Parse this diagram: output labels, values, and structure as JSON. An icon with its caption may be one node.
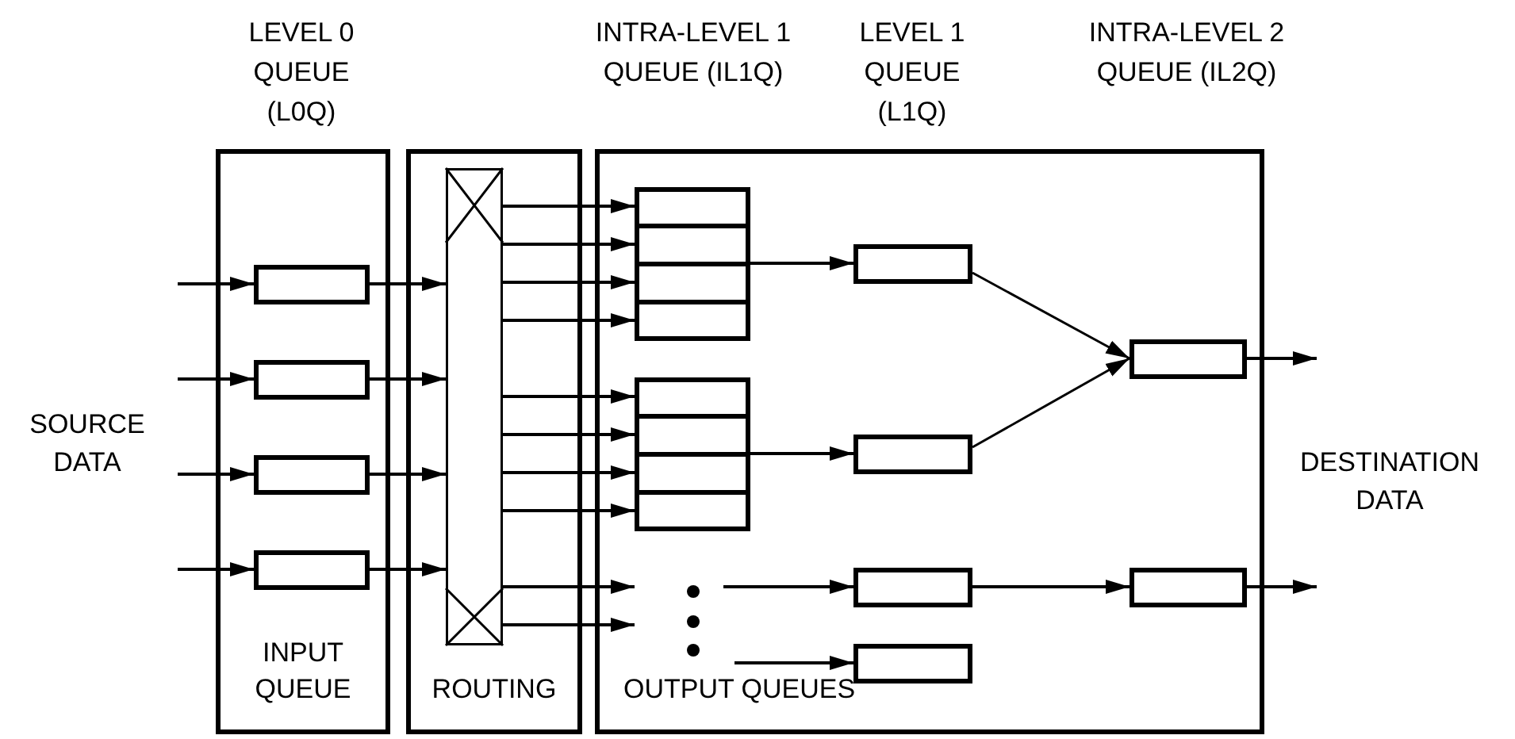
{
  "diagram": {
    "nodes": [
      {
        "text": [
          "INPUT QUEUE"
        ]
      },
      {
        "text": [],
        "shape": "box",
        "in": 0
      },
      {
        "text": [],
        "shape": "box",
        "in": 0
      },
      {
        "text": [],
        "shape": "box",
        "in": 0
      },
      {
        "text": [],
        "shape": "box",
        "in": 0
      },
      {
        "text": [
          "ROUTING"
        ]
      },
      {
        "text": [],
        "shape": "box",
        "in": 5
      },
      {
        "text": [
          "OUTPUT QUEUES"
        ]
      },
      {
        "text": [],
        "shape": "box",
        "in": 7
      },
      {
        "text": [],
        "shape": "box",
        "in": 8
      },
      {
        "text": [],
        "shape": "box",
        "in": 8
      },
      {
        "text": [],
        "shape": "box",
        "in": 8
      },
      {
        "text": [],
        "shape": "box",
        "in": 8
      },
      {
        "text": [],
        "shape": "box",
        "in": 7
      },
      {
        "text": [],
        "shape": "box",
        "in": 13
      },
      {
        "text": [],
        "shape": "box",
        "in": 13
      },
      {
        "text": [],
        "shape": "box",
        "in": 13
      },
      {
        "text": [],
        "shape": "box",
        "in": 13
      },
      {
        "text": [],
        "shape": "box",
        "in": 7
      },
      {
        "text": [],
        "shape": "box",
        "in": 7
      },
      {
        "text": [],
        "shape": "box",
        "in": 7
      },
      {
        "text": [],
        "shape": "box",
        "in": 7
      },
      {
        "text": [],
        "shape": "box",
        "in": 7
      },
      {
        "text": [],
        "shape": "box",
        "in": 7
      }
    ],
    "edges": [
      {
        "from": null,
        "to": 1,
        "arrow": "to"
      },
      {
        "from": null,
        "to": 2,
        "arrow": "to"
      },
      {
        "from": null,
        "to": 3,
        "arrow": "to"
      },
      {
        "from": null,
        "to": 4,
        "arrow": "to"
      },
      {
        "from": 1,
        "to": 6,
        "arrow": "to"
      },
      {
        "from": 2,
        "to": 6,
        "arrow": "to"
      },
      {
        "from": 3,
        "to": 6,
        "arrow": "to"
      },
      {
        "from": 4,
        "to": 6,
        "arrow": "to"
      },
      {
        "from": 6,
        "to": 9,
        "arrow": "to"
      },
      {
        "from": 6,
        "to": 10,
        "arrow": "to"
      },
      {
        "from": 6,
        "to": 11,
        "arrow": "to"
      },
      {
        "from": 6,
        "to": 12,
        "arrow": "to"
      },
      {
        "from": 6,
        "to": 14,
        "arrow": "to"
      },
      {
        "from": 6,
        "to": 15,
        "arrow": "to"
      },
      {
        "from": 6,
        "to": 16,
        "arrow": "to"
      },
      {
        "from": 6,
        "to": 17,
        "arrow": "to"
      },
      {
        "from": 6,
        "to": 7,
        "arrow": "to"
      },
      {
        "from": 6,
        "to": 7,
        "arrow": "to"
      },
      {
        "from": 8,
        "to": 18,
        "arrow": "to"
      },
      {
        "from": 13,
        "to": 19,
        "arrow": "to"
      },
      {
        "from": null,
        "to": 20,
        "arrow": "to"
      },
      {
        "from": null,
        "to": 21,
        "arrow": "to"
      },
      {
        "from": 18,
        "to": 22,
        "arrow": "to"
      },
      {
        "from": 19,
        "to": 22,
        "arrow": "to"
      },
      {
        "from": 20,
        "to": 23,
        "arrow": "to"
      },
      {
        "from": 22,
        "to": null,
        "arrow": "to"
      },
      {
        "from": 23,
        "to": null,
        "arrow": "to"
      }
    ],
    "labels": [
      "LEVEL 0 QUEUE (L0Q)",
      "INTRA-LEVEL 1 QUEUE (IL1Q)",
      "LEVEL 1 QUEUE (L1Q)",
      "INTRA-LEVEL 2 QUEUE (IL2Q)",
      "SOURCE DATA",
      "DESTINATION DATA"
    ]
  }
}
